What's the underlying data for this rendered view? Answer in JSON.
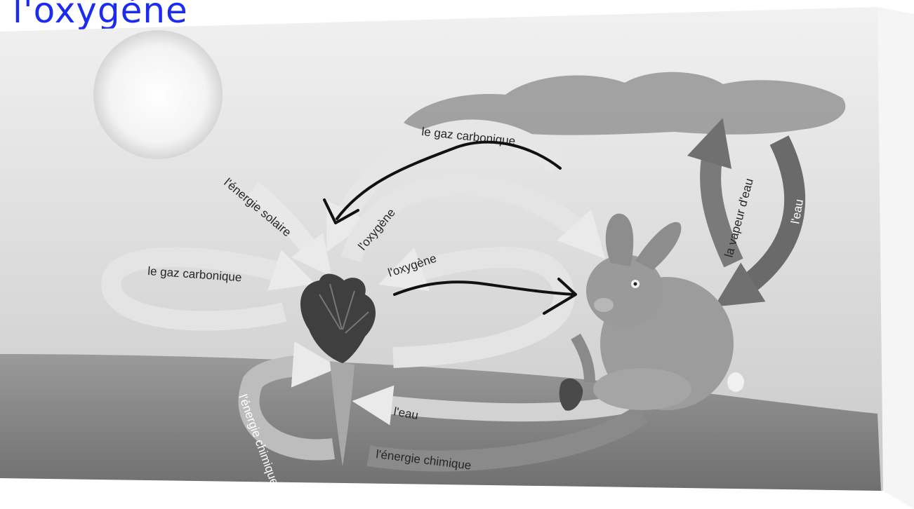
{
  "title": "l'oxygène",
  "labels": {
    "gaz_carbonique_top": "le gaz carbonique",
    "energie_solaire": "l'énergie solaire",
    "oxygene_upper": "l'oxygène",
    "oxygene_lower": "l'oxygène",
    "gaz_carbonique_left": "le gaz carbonique",
    "vapeur_eau": "la vapeur d'eau",
    "eau_right": "l'eau",
    "eau_ground": "l'eau",
    "energie_chimique_left": "l'énergie chimique",
    "energie_chimique_bottom": "l'énergie chimique"
  },
  "subjects": [
    "sun",
    "cloud",
    "carrot",
    "rabbit"
  ],
  "colors": {
    "title": "#1b2bf0",
    "sky": "#dcdcdc",
    "ground": "#8e8e8e",
    "arrow_light": "#e6e6e6",
    "arrow_dark": "#6e6e6e",
    "ink": "#111111"
  }
}
